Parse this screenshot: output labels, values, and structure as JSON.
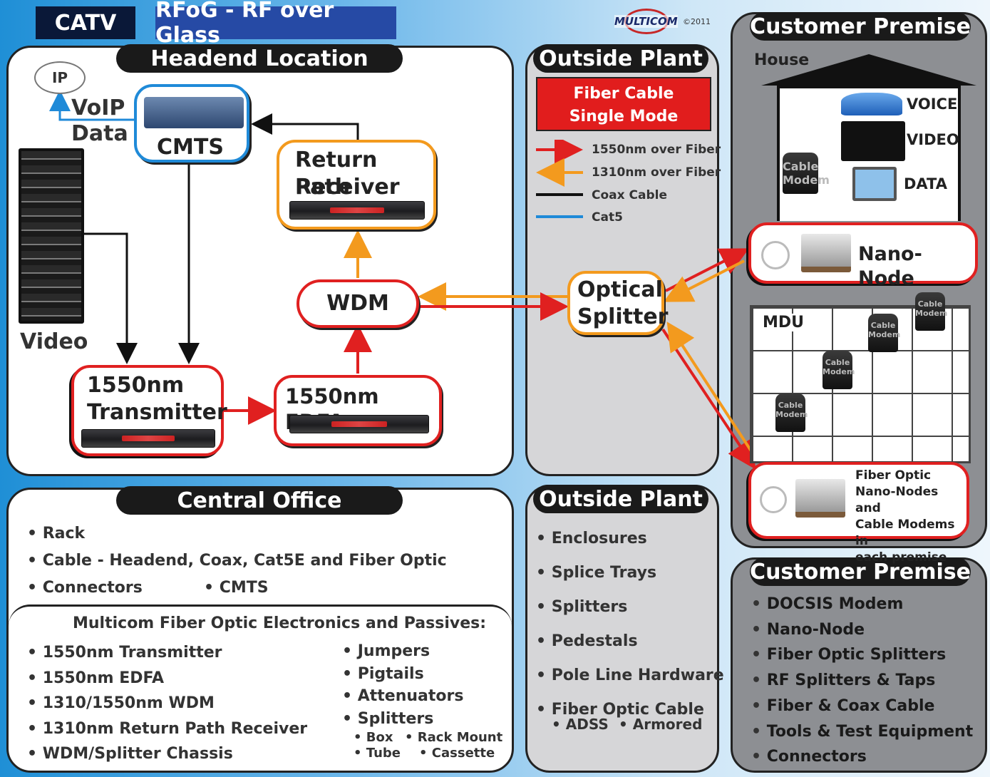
{
  "title_tags": {
    "catv": "CATV",
    "rfog": "RFoG - RF over Glass"
  },
  "logo": {
    "name": "MULTICOM",
    "year": "©2011"
  },
  "headend": {
    "header": "Headend Location",
    "ip": "IP",
    "voip": "VoIP",
    "data": "Data",
    "cmts": "CMTS",
    "video": "Video",
    "transmitter": [
      "1550nm",
      "Transmitter"
    ],
    "edfa": "1550nm EDFA",
    "wdm": "WDM",
    "return_path": [
      "Return Path",
      "Receiver"
    ]
  },
  "outside_plant_top": {
    "header": "Outside Plant",
    "fiber_cable": [
      "Fiber Cable",
      "Single Mode"
    ],
    "legend": [
      {
        "label": "1550nm over Fiber",
        "color": "#e02020",
        "style": "arrow"
      },
      {
        "label": "1310nm over Fiber",
        "color": "#f39a1e",
        "style": "arrow-left"
      },
      {
        "label": "Coax Cable",
        "color": "#111111",
        "style": "line"
      },
      {
        "label": "Cat5",
        "color": "#1f8ad8",
        "style": "line"
      }
    ],
    "splitter": [
      "Optical",
      "Splitter"
    ]
  },
  "customer_top": {
    "header": "Customer Premise",
    "house": "House",
    "voice": "VOICE",
    "video": "VIDEO",
    "data": "DATA",
    "cable_modem": [
      "Cable",
      "Modem"
    ],
    "nano_node": "Nano-Node",
    "mdu": "MDU",
    "mdu_note": [
      "Fiber Optic",
      "Nano-Nodes and",
      "Cable Modems in",
      "each premise"
    ]
  },
  "central_office": {
    "header": "Central Office",
    "items": [
      "Rack",
      "Cable - Headend, Coax, Cat5E and Fiber Optic",
      "Connectors"
    ],
    "cmts": "CMTS",
    "sub_title": "Multicom Fiber Optic Electronics and Passives:",
    "left_items": [
      "1550nm Transmitter",
      "1550nm EDFA",
      "1310/1550nm WDM",
      "1310nm Return Path Receiver",
      "WDM/Splitter Chassis"
    ],
    "right_items": [
      "Jumpers",
      "Pigtails",
      "Attenuators",
      "Splitters"
    ],
    "splitter_types": [
      "Box",
      "Rack Mount",
      "Tube",
      "Cassette"
    ]
  },
  "outside_plant_bottom": {
    "header": "Outside Plant",
    "items": [
      "Enclosures",
      "Splice Trays",
      "Splitters",
      "Pedestals",
      "Pole Line Hardware",
      "Fiber Optic Cable"
    ],
    "cable_types": [
      "ADSS",
      "Armored"
    ]
  },
  "customer_bottom": {
    "header": "Customer Premise",
    "items": [
      "DOCSIS Modem",
      "Nano-Node",
      "Fiber Optic Splitters",
      "RF Splitters & Taps",
      "Fiber & Coax Cable",
      "Tools & Test Equipment",
      "Connectors"
    ]
  },
  "colors": {
    "fiber_1550": "#e02020",
    "fiber_1310": "#f39a1e",
    "coax": "#111111",
    "cat5": "#1f8ad8"
  }
}
